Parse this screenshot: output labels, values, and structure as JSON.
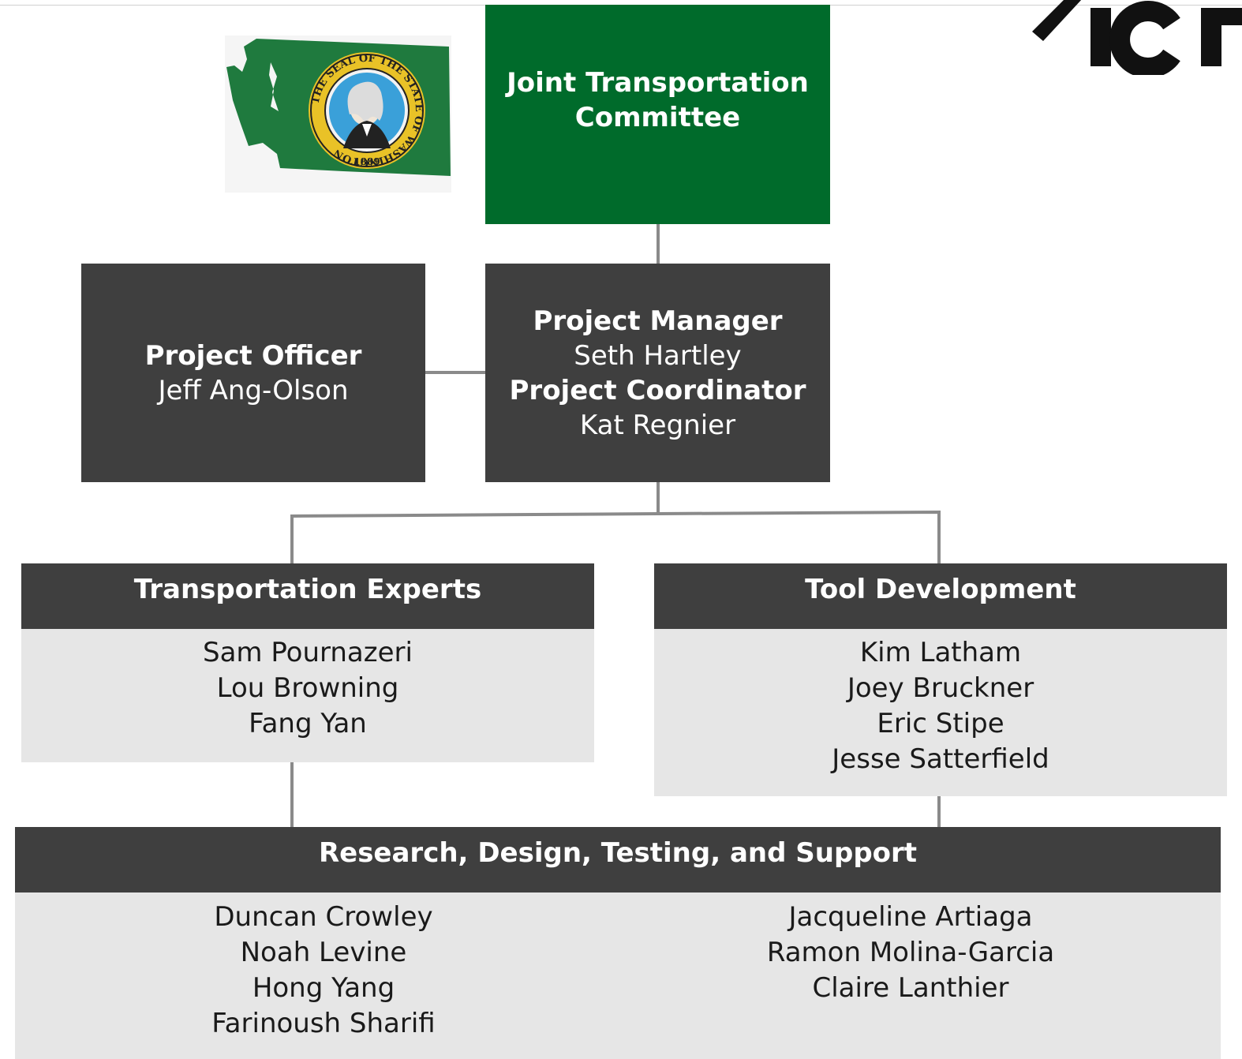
{
  "logo": {
    "text": "ICF"
  },
  "seal": {
    "ring_text": "THE SEAL OF THE STATE OF WASHINGTON",
    "year": "1889",
    "map_color": "#1f7a3e",
    "ring_color": "#e9c227"
  },
  "colors": {
    "committee_green": "#006b2b",
    "dark_box": "#3f3f3f",
    "panel_gray": "#e6e6e6",
    "connector": "#8a8a8a"
  },
  "committee": {
    "line1": "Joint Transportation",
    "line2": "Committee"
  },
  "officer": {
    "title": "Project Officer",
    "name": "Jeff Ang-Olson"
  },
  "manager": {
    "title": "Project Manager",
    "name": "Seth Hartley",
    "coordinator_title": "Project Coordinator",
    "coordinator_name": "Kat Regnier"
  },
  "transportation_experts": {
    "title": "Transportation Experts",
    "members": [
      "Sam Pournazeri",
      "Lou Browning",
      "Fang Yan"
    ]
  },
  "tool_development": {
    "title": "Tool Development",
    "members": [
      "Kim Latham",
      "Joey Bruckner",
      "Eric Stipe",
      "Jesse Satterfield"
    ]
  },
  "research_support": {
    "title": "Research, Design, Testing, and Support",
    "left_members": [
      "Duncan Crowley",
      "Noah Levine",
      "Hong Yang",
      "Farinoush Sharifi"
    ],
    "right_members": [
      "Jacqueline Artiaga",
      "Ramon Molina-Garcia",
      "Claire Lanthier"
    ]
  }
}
